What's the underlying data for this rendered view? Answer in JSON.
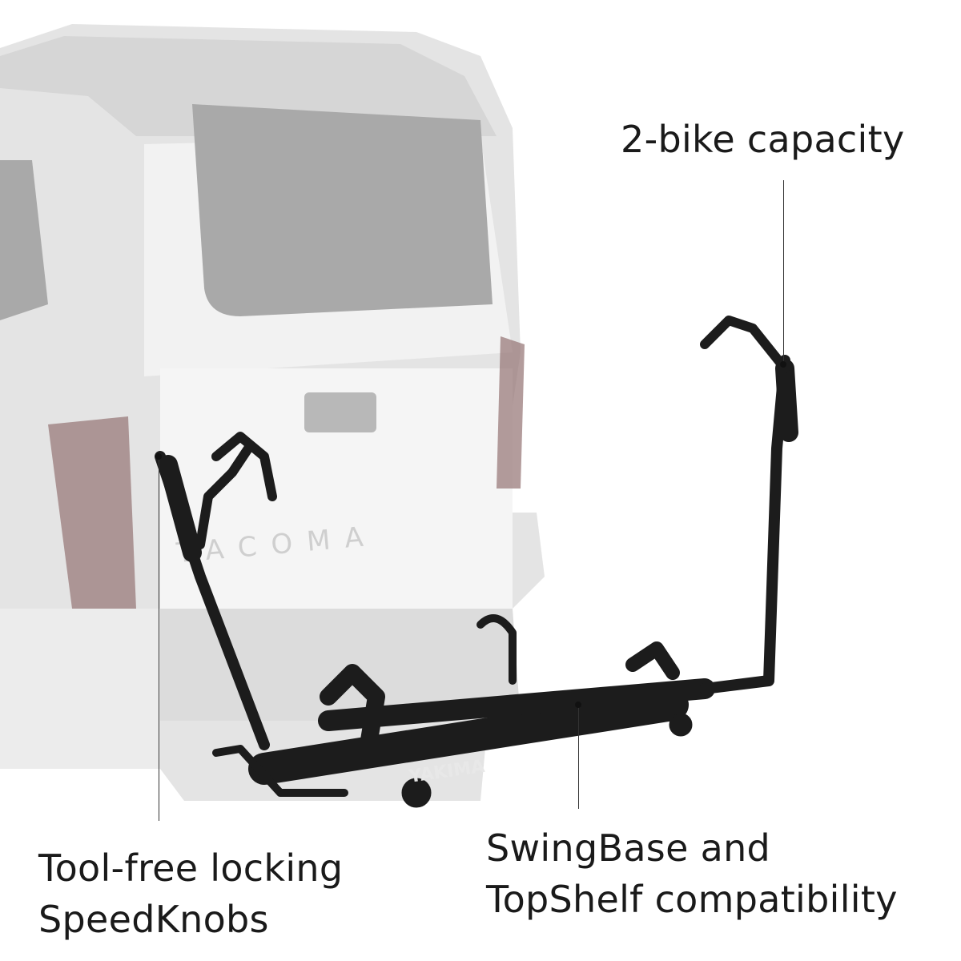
{
  "callouts": {
    "capacity": {
      "text": "2-bike capacity"
    },
    "knobs": {
      "line1": "Tool-free locking",
      "line2": "SpeedKnobs"
    },
    "compat": {
      "line1": "SwingBase and",
      "line2": "TopShelf compatibility"
    }
  },
  "product": {
    "brand_marking": "YAKIMA",
    "vehicle_marking": "TACOMA"
  },
  "colors": {
    "vehicle": "#c9c9c9",
    "rack": "#1c1c1c",
    "text": "#1a1a1a",
    "taillight": "#9a7b7b"
  }
}
